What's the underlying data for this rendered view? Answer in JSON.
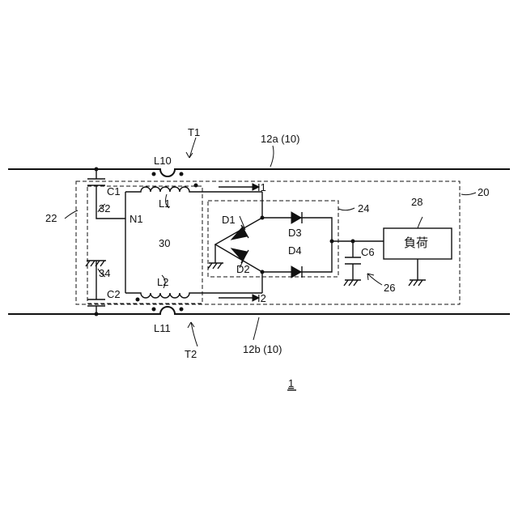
{
  "labels": {
    "t1": "T1",
    "t2": "T2",
    "line_a": "12a (10)",
    "line_b": "12b (10)",
    "l10": "L10",
    "l11": "L11",
    "c1": "C1",
    "c2": "C2",
    "ref32": "32",
    "ref34": "34",
    "n1": "N1",
    "l1": "L1",
    "l2": "L2",
    "ref30": "30",
    "ref22": "22",
    "ref20": "20",
    "ref24": "24",
    "ref26": "26",
    "ref28": "28",
    "i1": "I1",
    "i2": "I2",
    "d1": "D1",
    "d2": "D2",
    "d3": "D3",
    "d4": "D4",
    "c6": "C6",
    "load": "負荷",
    "figure_ref": "1"
  }
}
